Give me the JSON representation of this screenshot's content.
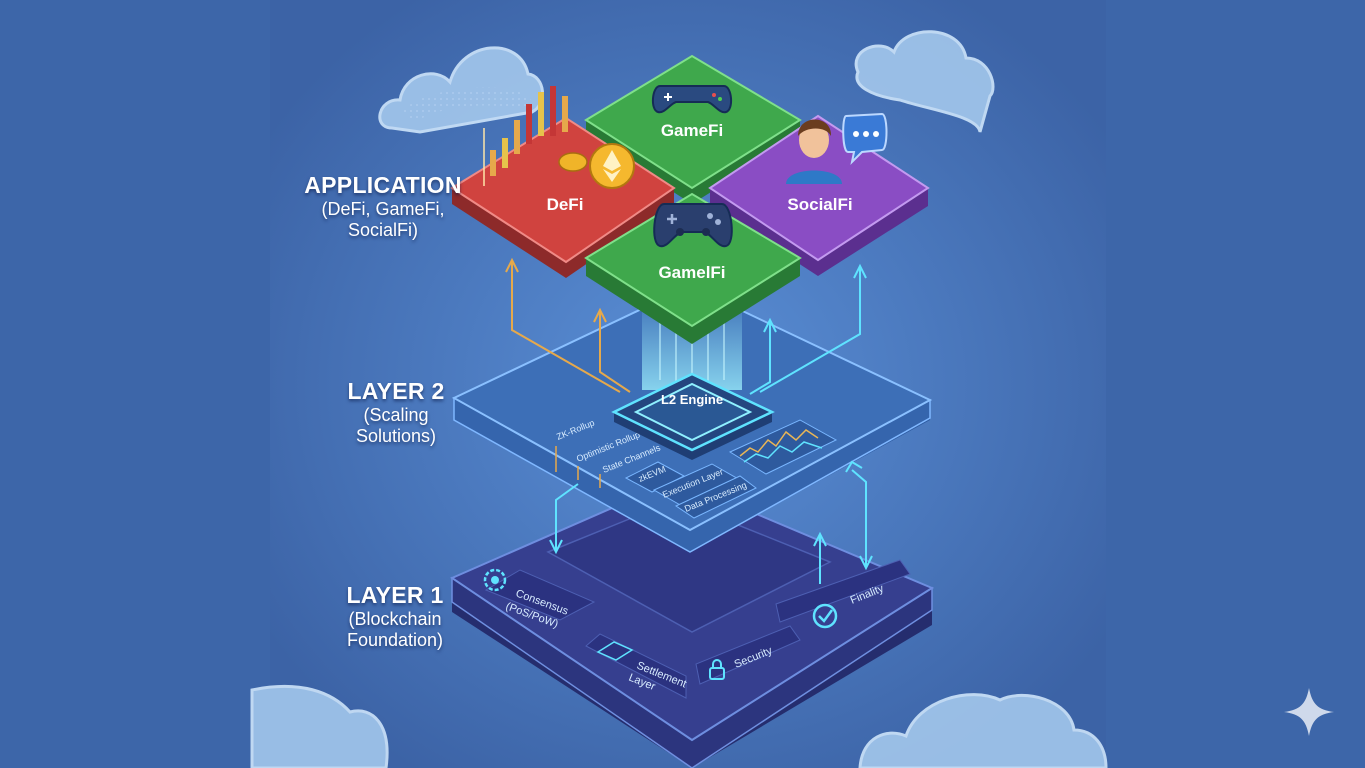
{
  "colors": {
    "background": "#3f67a8",
    "panel": "#4a79bf",
    "defi": "#d0433f",
    "gamefi": "#3fa84c",
    "socialfi": "#8a4dc4",
    "layer2": "#3d6fb7",
    "layer1": "#363f8f",
    "accent_cyan": "#5fe3ff",
    "accent_orange": "#e6a94b"
  },
  "labels": {
    "application": {
      "title": "APPLICATION",
      "sub1": "(DeFi, GameFi,",
      "sub2": "SocialFi)"
    },
    "layer2": {
      "title": "LAYER 2",
      "sub1": "(Scaling",
      "sub2": "Solutions)"
    },
    "layer1": {
      "title": "LAYER 1",
      "sub1": "(Blockchain",
      "sub2": "Foundation)"
    }
  },
  "tiles": {
    "defi": "DeFi",
    "gamefi_top": "GameFi",
    "socialfi": "SocialFi",
    "gamefi_front": "GamelFi"
  },
  "layer2": {
    "engine": "L2 Engine",
    "chips": [
      "ZK-Rollup",
      "Optimistic Rollup",
      "State Channels",
      "zkEVM",
      "Execution Layer",
      "Data Processing"
    ]
  },
  "layer1": {
    "modules": {
      "consensus_1": "Consensus",
      "consensus_2": "(PoS/PoW)",
      "settlement_1": "Settlement",
      "settlement_2": "Layer",
      "security": "Security",
      "finality": "Finality"
    }
  },
  "icons": [
    "cloud-icon",
    "candlestick-chart-icon",
    "ethereum-coin-icon",
    "gamepad-icon",
    "user-avatar-icon",
    "chat-bubble-icon",
    "gear-icon",
    "lock-icon",
    "check-circle-icon",
    "sparkle-icon"
  ]
}
